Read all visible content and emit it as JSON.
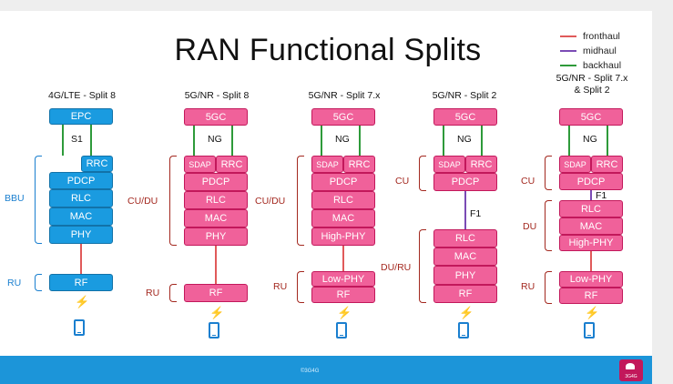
{
  "title": "RAN Functional Splits",
  "legend": [
    {
      "label": "fronthaul",
      "color": "#e05a5a"
    },
    {
      "label": "midhaul",
      "color": "#7b4bb5"
    },
    {
      "label": "backhaul",
      "color": "#2e9a3a"
    }
  ],
  "colors": {
    "lte_box": "#1a9be0",
    "nr_box": "#f0619a",
    "lte_label": "#1a7fcf",
    "nr_label": "#a3281f",
    "footer": "#1c95d9"
  },
  "columns": [
    {
      "title": "4G/LTE - Split 8",
      "core": "EPC",
      "core_interface": "S1",
      "rrc": "RRC",
      "layers": [
        "PDCP",
        "RLC",
        "MAC",
        "PHY"
      ],
      "ru_layers": [
        "RF"
      ],
      "group_labels": {
        "top": "BBU",
        "bottom": "RU"
      }
    },
    {
      "title": "5G/NR - Split 8",
      "core": "5GC",
      "core_interface": "NG",
      "sdap": "SDAP",
      "rrc": "RRC",
      "layers": [
        "PDCP",
        "RLC",
        "MAC",
        "PHY"
      ],
      "ru_layers": [
        "RF"
      ],
      "group_labels": {
        "top": "CU/DU",
        "bottom": "RU"
      }
    },
    {
      "title": "5G/NR - Split 7.x",
      "core": "5GC",
      "core_interface": "NG",
      "sdap": "SDAP",
      "rrc": "RRC",
      "layers": [
        "PDCP",
        "RLC",
        "MAC",
        "High-PHY"
      ],
      "ru_layers": [
        "Low-PHY",
        "RF"
      ],
      "group_labels": {
        "top": "CU/DU",
        "bottom": "RU"
      }
    },
    {
      "title": "5G/NR - Split 2",
      "core": "5GC",
      "core_interface": "NG",
      "sdap": "SDAP",
      "rrc": "RRC",
      "cu_layers": [
        "PDCP"
      ],
      "mid_interface": "F1",
      "du_layers": [
        "RLC",
        "MAC",
        "PHY",
        "RF"
      ],
      "group_labels": {
        "top": "CU",
        "bottom": "DU/RU"
      }
    },
    {
      "title_line1": "5G/NR - Split 7.x",
      "title_line2": "& Split 2",
      "core": "5GC",
      "core_interface": "NG",
      "sdap": "SDAP",
      "rrc": "RRC",
      "cu_layers": [
        "PDCP"
      ],
      "mid_interface": "F1",
      "du_layers": [
        "RLC",
        "MAC",
        "High-PHY"
      ],
      "ru_layers": [
        "Low-PHY",
        "RF"
      ],
      "group_labels": {
        "top": "CU",
        "middle": "DU",
        "bottom": "RU"
      }
    }
  ],
  "footer": {
    "copyright": "©3G4G",
    "logo_text": "3G4G"
  }
}
